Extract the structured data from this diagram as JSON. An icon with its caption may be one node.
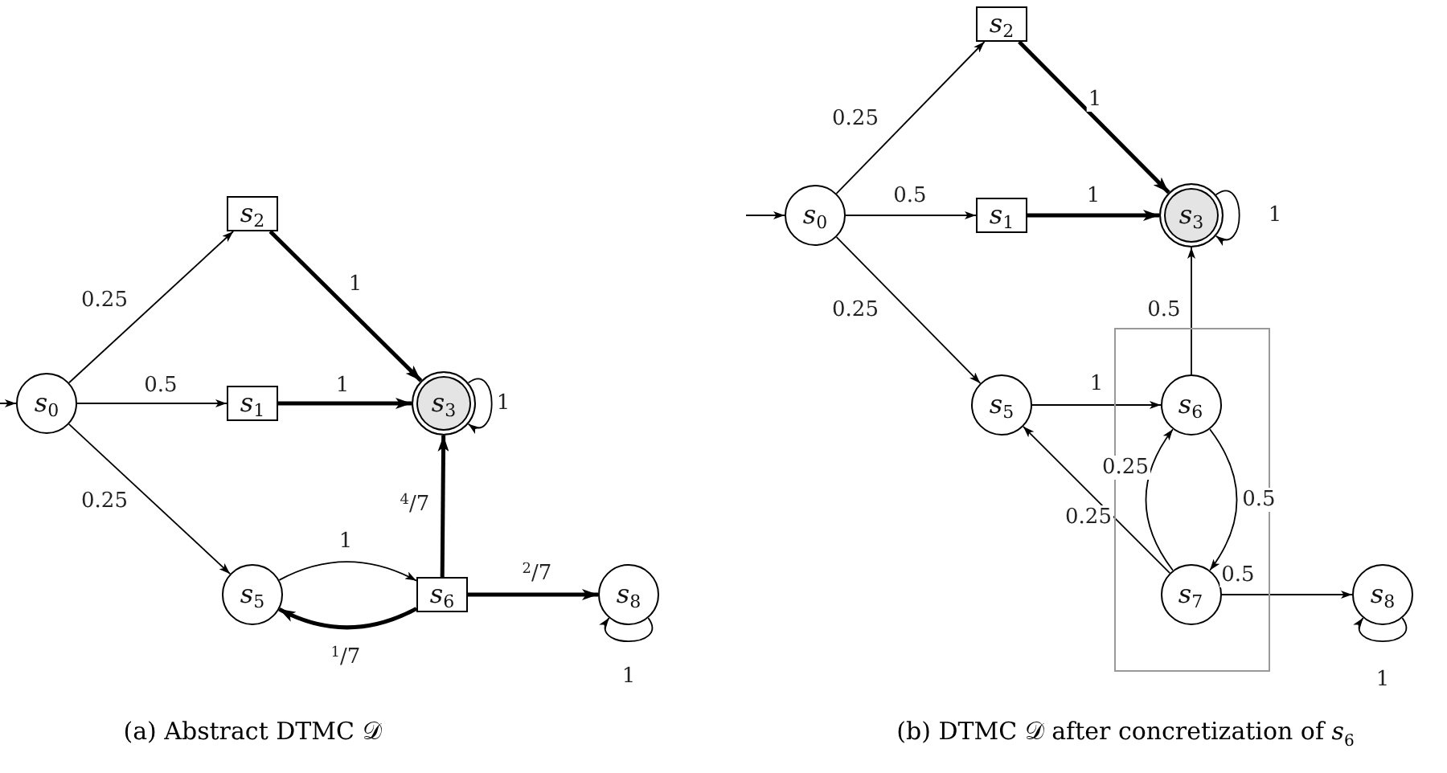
{
  "diagram": {
    "nodes": [
      {
        "text": [
          "*s*$_{0}$"
        ]
      },
      {
        "text": [
          "*s*$_{2}$"
        ]
      },
      {
        "text": [
          "*s*$_{1}$"
        ]
      },
      {
        "text": [
          "*s*$_{3}$"
        ]
      },
      {
        "text": [
          "*s*$_{5}$"
        ]
      },
      {
        "text": [
          "*s*$_{6}$"
        ]
      },
      {
        "text": [
          "*s*$_{8}$"
        ]
      },
      {
        "text": [
          "*s*$_{0}$"
        ]
      },
      {
        "text": [
          "*s*$_{2}$"
        ]
      },
      {
        "text": [
          "*s*$_{1}$"
        ]
      },
      {
        "text": [
          "*s*$_{3}$"
        ]
      },
      {
        "text": [
          "*s*$_{5}$"
        ]
      },
      {
        "text": [],
        "shape": "box"
      },
      {
        "text": [
          "*s*$_{6}$"
        ],
        "in": 12
      },
      {
        "text": [
          "*s*$_{7}$"
        ],
        "in": 12
      },
      {
        "text": [
          "*s*$_{8}$"
        ]
      }
    ],
    "edges": [
      {
        "from": null,
        "to": 0,
        "arrow": "to"
      },
      {
        "from": 0,
        "to": 1,
        "arrow": "to",
        "label": "0.25"
      },
      {
        "from": 0,
        "to": 2,
        "arrow": "to",
        "label": "0.5"
      },
      {
        "from": 0,
        "to": 4,
        "arrow": "to",
        "label": "0.25"
      },
      {
        "from": 2,
        "to": 3,
        "arrow": "to",
        "label": "1",
        "style": "thick"
      },
      {
        "from": 1,
        "to": 3,
        "arrow": "to",
        "label": "1",
        "style": "thick"
      },
      {
        "from": 3,
        "to": 3,
        "arrow": "to",
        "label": "1"
      },
      {
        "from": 4,
        "to": 5,
        "arrow": "to",
        "label": "1"
      },
      {
        "from": 5,
        "to": 4,
        "arrow": "to",
        "label": "$^{1}$/7",
        "style": "thick"
      },
      {
        "from": 5,
        "to": 3,
        "arrow": "to",
        "label": "$^{4}$/7",
        "style": "thick"
      },
      {
        "from": 5,
        "to": 6,
        "arrow": "to",
        "label": "$^{2}$/7",
        "style": "thick"
      },
      {
        "from": 6,
        "to": 6,
        "arrow": "to",
        "label": "1"
      },
      {
        "from": null,
        "to": 7,
        "arrow": "to"
      },
      {
        "from": 7,
        "to": 8,
        "arrow": "to",
        "label": "0.25"
      },
      {
        "from": 7,
        "to": 9,
        "arrow": "to",
        "label": "0.5"
      },
      {
        "from": 7,
        "to": 11,
        "arrow": "to",
        "label": "0.25"
      },
      {
        "from": 8,
        "to": 10,
        "arrow": "to",
        "label": "1",
        "style": "thick"
      },
      {
        "from": 9,
        "to": 10,
        "arrow": "to",
        "label": "1",
        "style": "thick"
      },
      {
        "from": 10,
        "to": 10,
        "arrow": "to",
        "label": "1"
      },
      {
        "from": 11,
        "to": 13,
        "arrow": "to",
        "label": "1"
      },
      {
        "from": 13,
        "to": 10,
        "arrow": "to",
        "label": "0.5"
      },
      {
        "from": 13,
        "to": 14,
        "arrow": "to",
        "label": "0.5"
      },
      {
        "from": 14,
        "to": 13,
        "arrow": "to",
        "label": "0.25"
      },
      {
        "from": 14,
        "to": 11,
        "arrow": "to",
        "label": "0.25"
      },
      {
        "from": 14,
        "to": 15,
        "arrow": "to",
        "label": "0.5"
      },
      {
        "from": 15,
        "to": 15,
        "arrow": "to",
        "label": "1"
      }
    ],
    "labels": [
      "(a) Abstract DTMC 𝒟",
      "(b) DTMC 𝒟 after concretization of *s*$_{6}$"
    ]
  }
}
